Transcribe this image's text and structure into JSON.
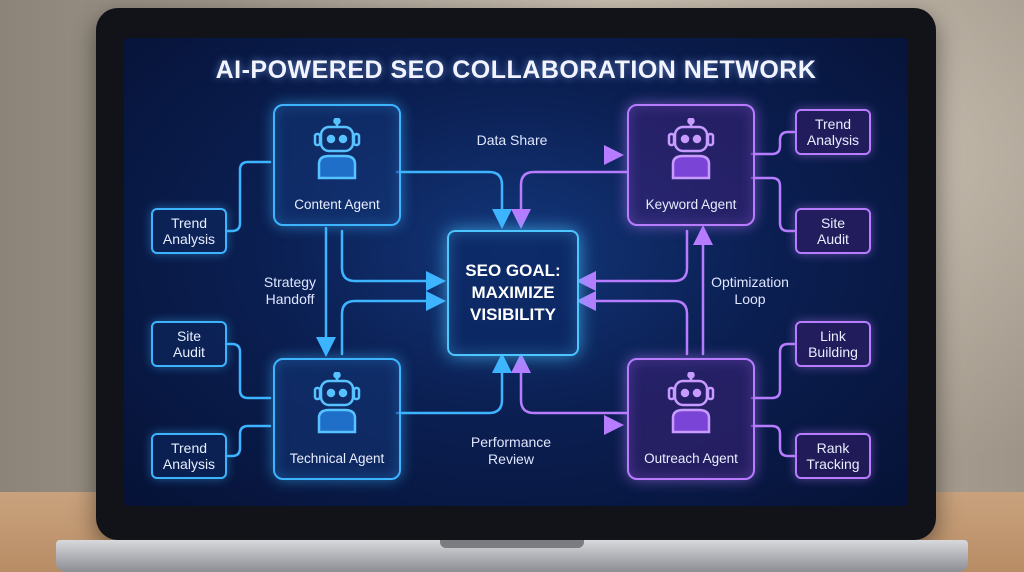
{
  "title": "AI-POWERED SEO COLLABORATION NETWORK",
  "center_goal": "SEO GOAL:\nMAXIMIZE\nVISIBILITY",
  "agents": {
    "content": "Content Agent",
    "keyword": "Keyword Agent",
    "technical": "Technical Agent",
    "outreach": "Outreach Agent"
  },
  "tools": {
    "content_trend": "Trend\nAnalysis",
    "technical_site_audit": "Site\nAudit",
    "technical_trend": "Trend\nAnalysis",
    "keyword_trend": "Trend\nAnalysis",
    "keyword_site_audit": "Site\nAudit",
    "outreach_link": "Link\nBuilding",
    "outreach_rank": "Rank\nTracking"
  },
  "flows": {
    "data_share": "Data Share",
    "strategy_handoff": "Strategy\nHandoff",
    "optimization_loop": "Optimization\nLoop",
    "performance_review": "Performance\nReview"
  },
  "colors": {
    "blue_accent": "#3db4ff",
    "purple_accent": "#b77cff",
    "screen_bg": "#0b1f52"
  },
  "icons": {
    "agent": "robot-icon"
  }
}
